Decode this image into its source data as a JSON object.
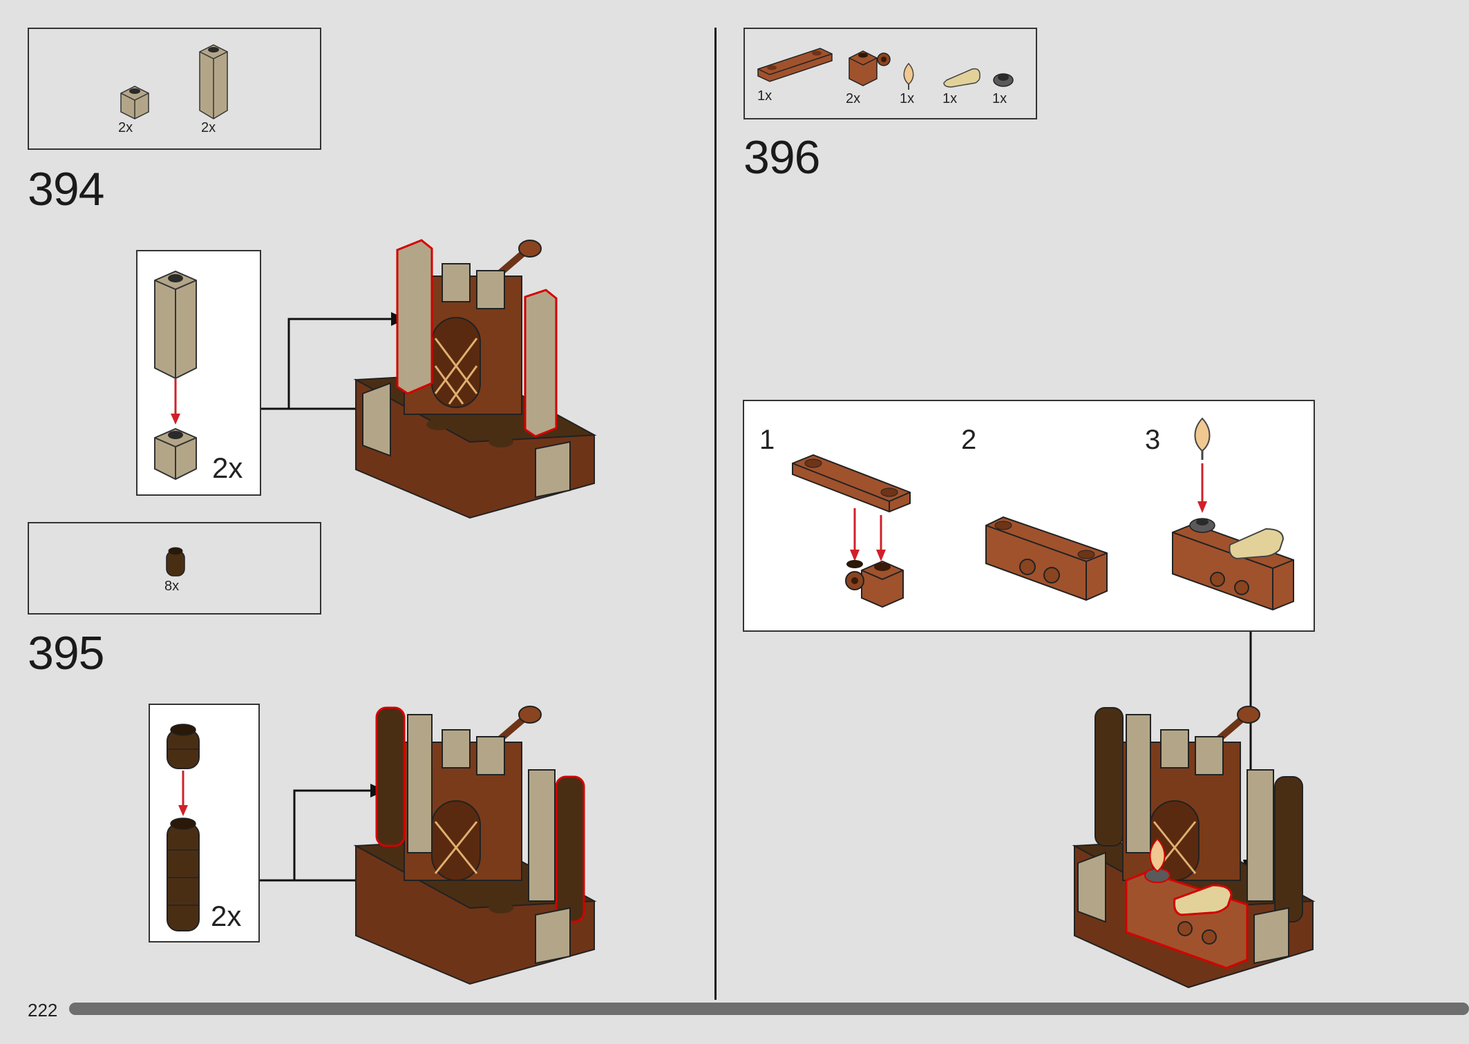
{
  "colors": {
    "background": "#e1e1e1",
    "tan": "#a89a80",
    "dark_tan": "#8a7c63",
    "reddish_brown": "#a0522d",
    "dark_brown": "#4a2e14",
    "highlight": "#d40000",
    "arrow_red": "#d0202a"
  },
  "page": {
    "number": "222",
    "progress": 1.0
  },
  "step394": {
    "number": "394",
    "parts": [
      {
        "name": "tan-brick-1x1",
        "qty": "2x"
      },
      {
        "name": "tan-brick-1x1x3",
        "qty": "2x"
      }
    ],
    "subassembly_qty": "2x"
  },
  "step395": {
    "number": "395",
    "parts": [
      {
        "name": "dark-brown-round-brick-1x1",
        "qty": "8x"
      }
    ],
    "subassembly_qty": "2x"
  },
  "step396": {
    "number": "396",
    "parts": [
      {
        "name": "reddish-brown-plate-1x4",
        "qty": "1x"
      },
      {
        "name": "reddish-brown-brick-with-clip",
        "qty": "2x"
      },
      {
        "name": "flame-piece",
        "qty": "1x"
      },
      {
        "name": "tan-tile-1x2-rounded",
        "qty": "1x"
      },
      {
        "name": "dark-gray-round-plate",
        "qty": "1x"
      }
    ],
    "substeps": [
      "1",
      "2",
      "3"
    ]
  }
}
